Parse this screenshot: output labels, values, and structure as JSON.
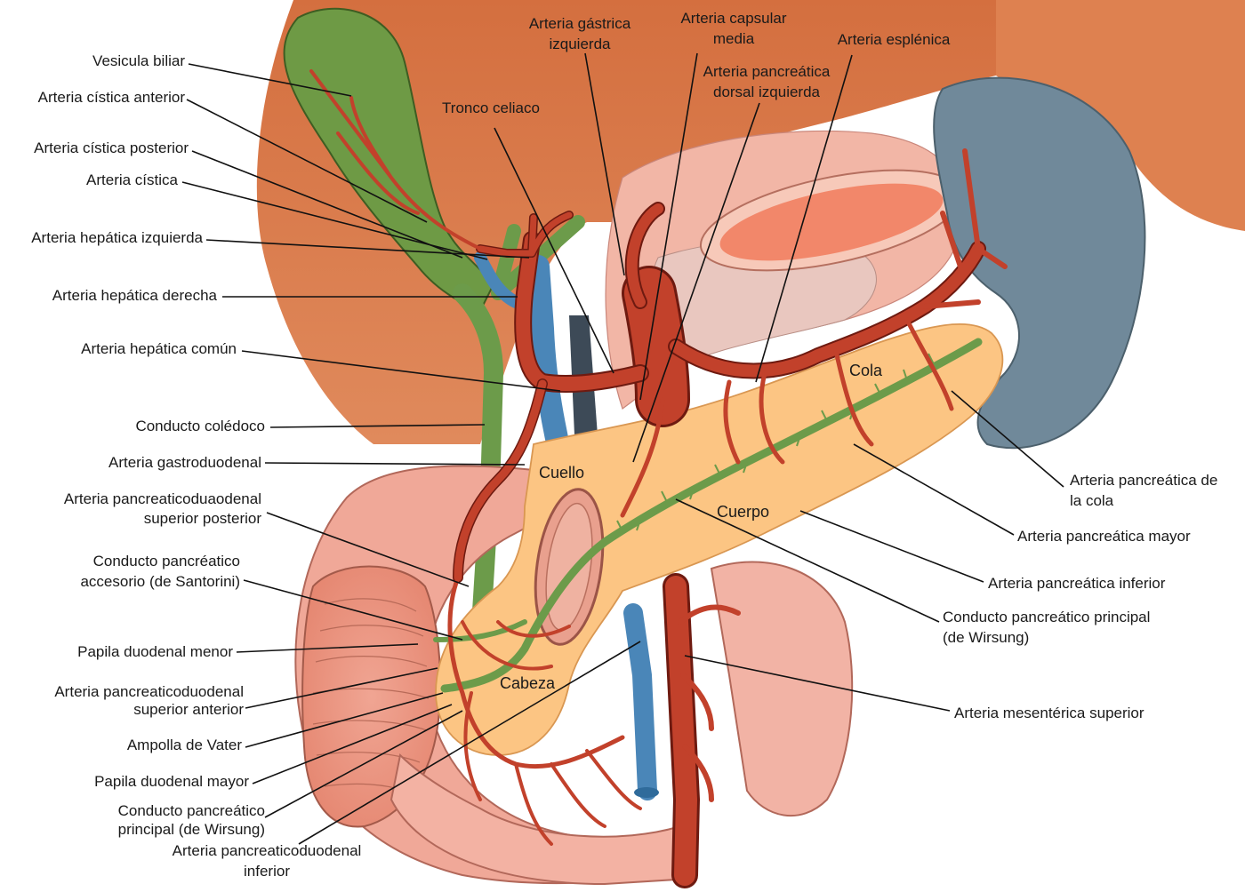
{
  "colors": {
    "liver": "#d9784a",
    "gallbladder": "#6f9b47",
    "spleen": "#6f8896",
    "pancreas": "#fcc583",
    "duodenum": "#eea393",
    "stomach": "#f3b9aa",
    "artery": "#c2412b",
    "vein": "#4a86b8",
    "duct": "#6c9b4a"
  },
  "labels": {
    "vesicula_biliar": "Vesicula biliar",
    "arteria_cistica_anterior": "Arteria cística anterior",
    "arteria_cistica_posterior": "Arteria cística posterior",
    "arteria_cistica": "Arteria cística",
    "arteria_hepatica_izquierda": "Arteria hepática izquierda",
    "arteria_hepatica_derecha": "Arteria hepática derecha",
    "arteria_hepatica_comun": "Arteria hepática común",
    "conducto_coledoco": "Conducto colédoco",
    "arteria_gastroduodenal": "Arteria gastroduodenal",
    "apd_superior_posterior": [
      "Arteria pancreaticoduaodenal",
      "superior posterior"
    ],
    "conducto_santorini": [
      "Conducto pancréatico",
      "accesorio (de Santorini)"
    ],
    "papila_menor": "Papila duodenal menor",
    "apd_superior_anterior": [
      "Arteria pancreaticoduodenal",
      "superior anterior"
    ],
    "ampolla_vater": "Ampolla de Vater",
    "papila_mayor": "Papila duodenal mayor",
    "conducto_wirsung_left": [
      "Conducto pancreático",
      "principal (de Wirsung)"
    ],
    "apd_inferior": [
      "Arteria pancreaticoduodenal",
      "inferior"
    ],
    "tronco_celiaco": "Tronco celiaco",
    "arteria_gastrica_izquierda": [
      "Arteria gástrica",
      "izquierda"
    ],
    "arteria_capsular_media": [
      "Arteria capsular",
      "media"
    ],
    "arteria_pancreatica_dorsal": [
      "Arteria pancreática",
      "dorsal izquierda"
    ],
    "arteria_esplenica": "Arteria esplénica",
    "arteria_pancreatica_cola": [
      "Arteria pancreática de",
      "la cola"
    ],
    "arteria_pancreatica_mayor": "Arteria pancreática mayor",
    "arteria_pancreatica_inferior": "Arteria pancreática inferior",
    "conducto_wirsung_right": [
      "Conducto pancreático principal",
      "(de Wirsung)"
    ],
    "arteria_mesenterica_superior": "Arteria mesentérica superior"
  },
  "regions": {
    "cola": "Cola",
    "cuello": "Cuello",
    "cuerpo": "Cuerpo",
    "cabeza": "Cabeza"
  }
}
